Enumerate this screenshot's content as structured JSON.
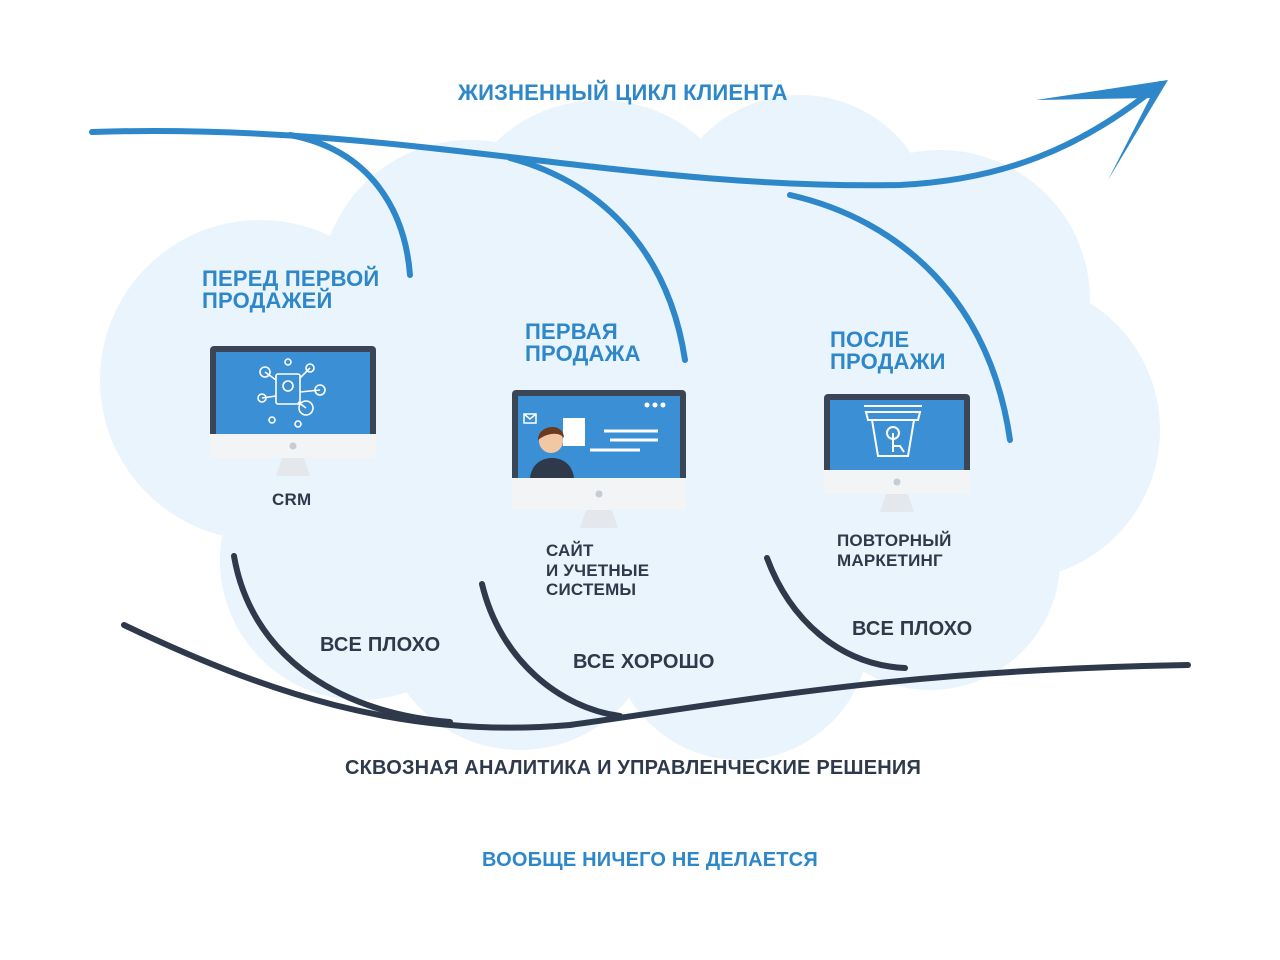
{
  "diagram": {
    "top_arrow_label": "ЖИЗНЕННЫЙ ЦИКЛ КЛИЕНТА",
    "stages": [
      {
        "title": "ПЕРЕД ПЕРВОЙ\nПРОДАЖЕЙ",
        "tool": "CRM",
        "status": "ВСЕ ПЛОХО",
        "icon": "crm-network-icon"
      },
      {
        "title": "ПЕРВАЯ\nПРОДАЖА",
        "tool": "САЙТ\nИ УЧЕТНЫЕ\nСИСТЕМЫ",
        "status": "ВСЕ ХОРОШО",
        "icon": "website-person-icon"
      },
      {
        "title": "ПОСЛЕ\nПРОДАЖИ",
        "tool": "ПОВТОРНЫЙ\nМАРКЕТИНГ",
        "status": "ВСЕ ПЛОХО",
        "icon": "basket-click-icon"
      }
    ],
    "bottom_line_label": "СКВОЗНАЯ АНАЛИТИКА И УПРАВЛЕНЧЕСКИЕ РЕШЕНИЯ",
    "footer_note": "ВООБЩЕ НИЧЕГО НЕ ДЕЛАЕТСЯ"
  },
  "colors": {
    "accent_blue": "#2e87c9",
    "dark_navy": "#2e3a4b",
    "cloud": "#eaf4fc",
    "screen": "#3b8fd4"
  }
}
